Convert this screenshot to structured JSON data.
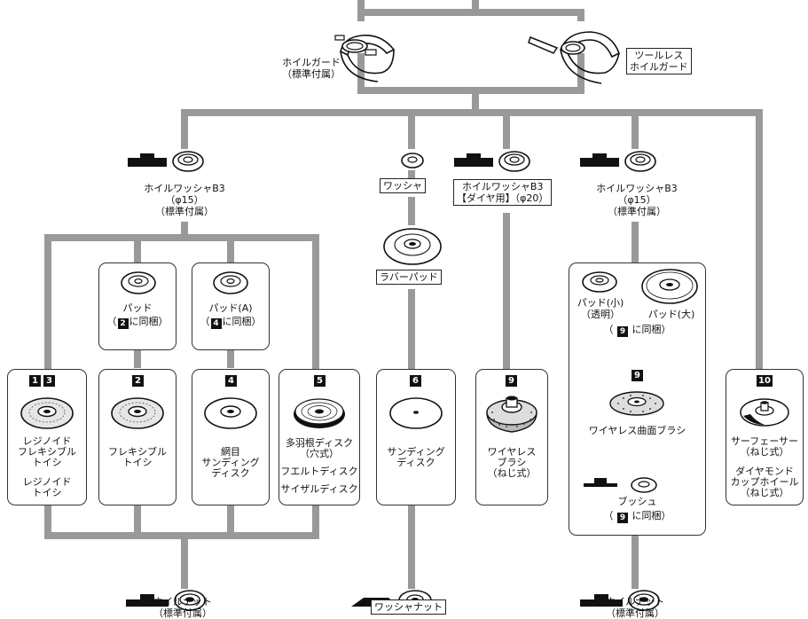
{
  "top": {
    "wheel_guard": "ホイルガード",
    "wheel_guard_std": "（標準付属）",
    "toolless_guard_line1": "ツールレス",
    "toolless_guard_line2": "ホイルガード"
  },
  "left_washer": {
    "line1": "ホイルワッシャB3",
    "line2": "（φ15）",
    "line3": "（標準付属）"
  },
  "mid_washer": "ワッシャ",
  "rubber_pad": "ラバーパッド",
  "dia_washer": {
    "line1": "ホイルワッシャB3",
    "line2": "【ダイヤ用】（φ20）"
  },
  "right_washer": {
    "line1": "ホイルワッシャB3",
    "line2": "（φ15）",
    "line3": "（標準付属）"
  },
  "pad_left": {
    "name": "パッド",
    "bundled": "に同梱）",
    "num": "2"
  },
  "pad_a": {
    "name": "パッド(A)",
    "bundled": "に同梱）",
    "num": "4"
  },
  "paren_open": "（",
  "p1": {
    "badges": [
      "1",
      "3"
    ],
    "l1": "レジノイド",
    "l2": "フレキシブル",
    "l3": "トイシ",
    "l4": "レジノイド",
    "l5": "トイシ"
  },
  "p2": {
    "badge": "2",
    "l1": "フレキシブル",
    "l2": "トイシ"
  },
  "p4": {
    "badge": "4",
    "l1": "網目",
    "l2": "サンディング",
    "l3": "ディスク"
  },
  "p5": {
    "badge": "5",
    "l1": "多羽根ディスク",
    "l2": "（穴式）",
    "l3": "フエルトディスク",
    "l4": "サイザルディスク"
  },
  "p6": {
    "badge": "6",
    "l1": "サンディング",
    "l2": "ディスク"
  },
  "p9": {
    "badge": "9",
    "l1": "ワイヤレス",
    "l2": "ブラシ",
    "l3": "（ねじ式）"
  },
  "p9b": {
    "pad_small_1": "パッド(小)",
    "pad_small_2": "（透明）",
    "pad_large": "パッド(大)",
    "bundled": "に同梱）",
    "badge": "9",
    "brush": "ワイヤレス曲面ブラシ",
    "bush": "ブッシュ"
  },
  "p10": {
    "badge": "10",
    "l1": "サーフェーサー",
    "l2": "（ねじ式）",
    "l3": "ダイヤモンド",
    "l4": "カップホイール",
    "l5": "（ねじ式）"
  },
  "bottom": {
    "nut_left_1": "ホイルナット",
    "nut_left_2": "（標準付属）",
    "washer_nut": "ワッシャナット",
    "nut_right_1": "ホイルナット",
    "nut_right_2": "（標準付属）"
  }
}
